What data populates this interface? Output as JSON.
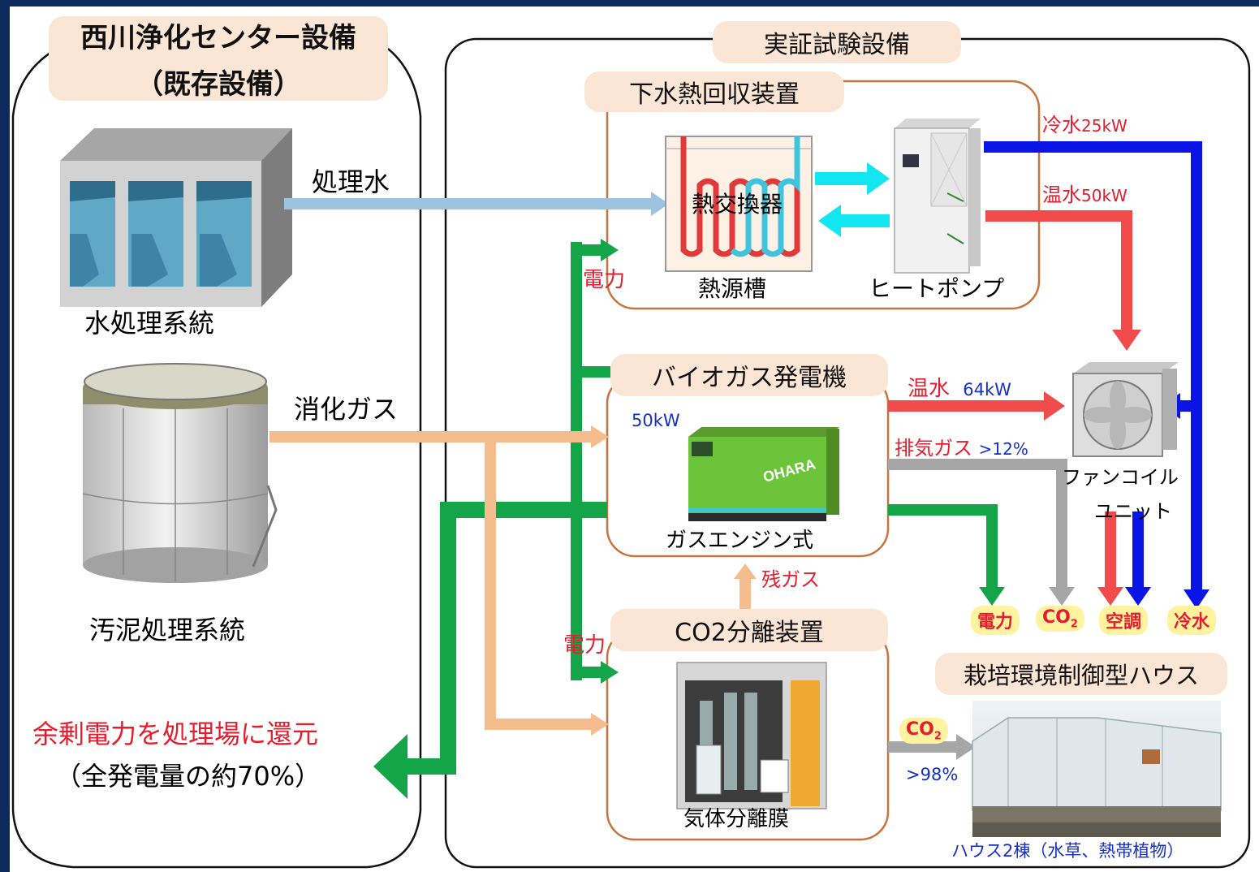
{
  "existing": {
    "title_line1": "西川浄化センター設備",
    "title_line2": "（既存設備）",
    "water_system": "水処理系統",
    "sludge_system": "汚泥処理系統",
    "treated_water": "処理水",
    "digestion_gas": "消化ガス",
    "surplus_power": "余剰電力を処理場に還元",
    "surplus_ratio": "（全発電量の約70%）"
  },
  "demo": {
    "title": "実証試験設備",
    "heat_recovery": {
      "title": "下水熱回収装置",
      "heat_exchanger": "熱交換器",
      "heat_source_tank": "熱源槽",
      "heat_pump": "ヒートポンプ",
      "cold_water_label": "冷水",
      "cold_water_value": "25kW",
      "hot_water_label": "温水",
      "hot_water_value": "50kW"
    },
    "power_label_top": "電力",
    "power_label_mid": "電力",
    "biogas": {
      "title": "バイオガス発電機",
      "capacity": "50kW",
      "engine_type": "ガスエンジン式",
      "hot_water_label": "温水",
      "hot_water_value": "64kW",
      "exhaust_label": "排気ガス",
      "exhaust_value": ">12%",
      "residual_gas": "残ガス",
      "brand": "OHARA"
    },
    "fancoil": {
      "line1": "ファンコイル",
      "line2": "ユニット"
    },
    "outputs": {
      "power": "電力",
      "co2": "CO",
      "co2_sub": "2",
      "aircon": "空調",
      "cold": "冷水"
    },
    "co2sep": {
      "title": "CO2分離装置",
      "membrane": "気体分離膜",
      "co2": "CO",
      "co2_sub": "2",
      "purity": ">98%"
    },
    "greenhouse": {
      "title": "栽培環境制御型ハウス",
      "caption": "ハウス2棟（水草、熱帯植物）"
    }
  },
  "colors": {
    "power": "#14a548",
    "cold": "#0a14e6",
    "hot": "#f24b4b",
    "gas": "#f5bc8e",
    "water": "#9ec3e0",
    "cyan": "#12e6f0",
    "exhaust": "#a6a6a6",
    "background": "#0d2a5c"
  }
}
